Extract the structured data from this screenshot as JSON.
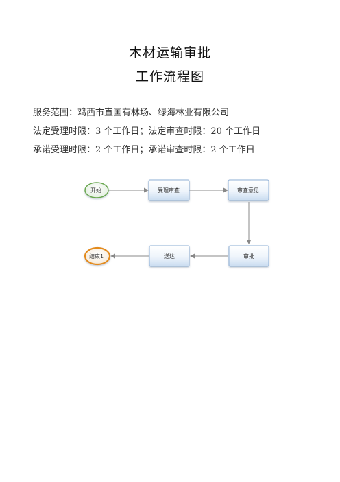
{
  "title": {
    "line1": "木材运输审批",
    "line2": "工作流程图"
  },
  "info": {
    "scope": "服务范围：鸡西市直国有林场、绿海林业有限公司",
    "legal": "法定受理时限：3 个工作日；法定审查时限：20 个工作日",
    "promised": "承诺受理时限：2 个工作日；承诺审查时限：2 个工作日"
  },
  "flow": {
    "start": "开始",
    "accept": "受理审查",
    "opinion": "审查意见",
    "approve": "审批",
    "deliver": "送达",
    "end": "结束1"
  },
  "colors": {
    "start_border": "#6aa84f",
    "end_border": "#e38b1c",
    "box_border": "#8fb0d6",
    "arrow": "#888888"
  }
}
